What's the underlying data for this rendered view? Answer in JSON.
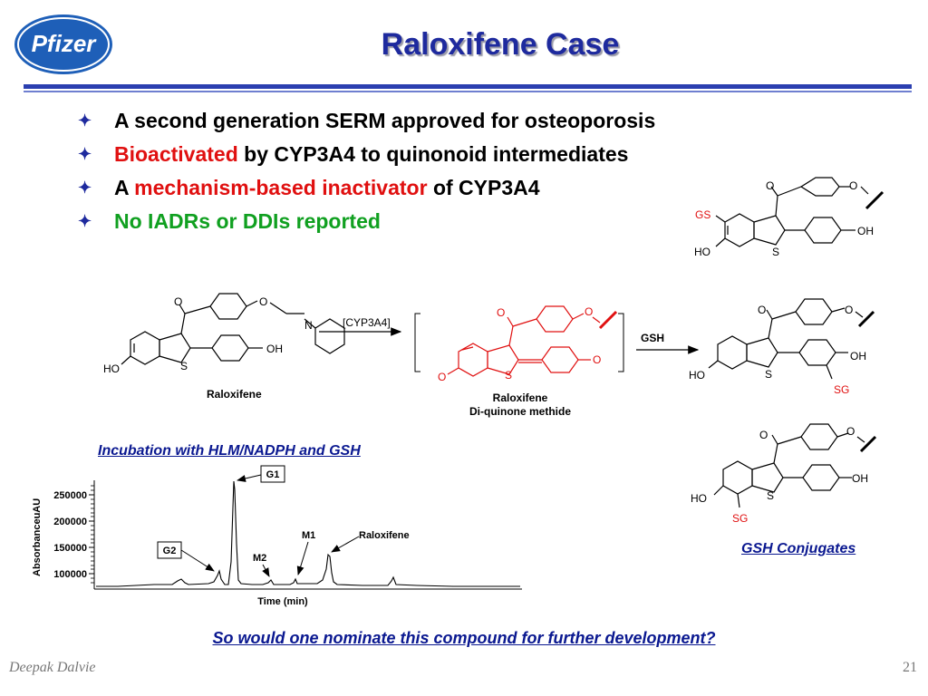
{
  "logo": {
    "text": "Pfizer"
  },
  "title": "Raloxifene Case",
  "bullets": [
    {
      "parts": [
        {
          "text": "A second generation SERM approved for osteoporosis",
          "color": "black"
        }
      ]
    },
    {
      "parts": [
        {
          "text": "Bioactivated",
          "color": "red"
        },
        {
          "text": " by CYP3A4 to quinonoid intermediates",
          "color": "black"
        }
      ]
    },
    {
      "parts": [
        {
          "text": "A ",
          "color": "black"
        },
        {
          "text": "mechanism-based inactivator",
          "color": "red"
        },
        {
          "text": " of CYP3A4",
          "color": "black"
        }
      ]
    },
    {
      "parts": [
        {
          "text": "No IADRs or DDIs reported",
          "color": "green"
        }
      ]
    }
  ],
  "bullet_marker": "✦",
  "scheme": {
    "raloxifene_label": "Raloxifene",
    "enzyme_label": "[CYP3A4]",
    "quinone_label_line1": "Raloxifene",
    "quinone_label_line2": "Di-quinone methide",
    "gsh_arrow_label": "GSH",
    "atoms": {
      "O": "O",
      "S": "S",
      "N": "N",
      "OH": "OH",
      "HO": "HO",
      "GS": "GS",
      "SG": "SG"
    }
  },
  "chromatogram": {
    "title": "Incubation with HLM/NADPH and GSH",
    "y_axis_label": "AbsorbanceuAU",
    "x_axis_label": "Time (min)",
    "y_ticks": [
      "250000",
      "200000",
      "150000",
      "100000"
    ],
    "peaks": [
      "G1",
      "G2",
      "M1",
      "M2",
      "Raloxifene"
    ]
  },
  "conjugates_label": "GSH Conjugates",
  "question": "So would one nominate this compound for further development?",
  "footer": {
    "author": "Deepak Dalvie",
    "page": "21"
  },
  "colors": {
    "title": "#1e2a9e",
    "accent_red": "#e01010",
    "accent_green": "#10a020",
    "caption_blue": "#0a1890"
  }
}
